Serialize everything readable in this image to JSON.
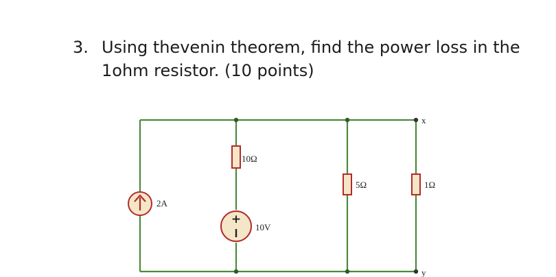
{
  "question": {
    "number": "3.",
    "line1": "Using thevenin theorem, find the power loss in the",
    "line2": "1ohm resistor. (10 points)"
  },
  "circuit": {
    "current_source_label": "2A",
    "resistor_10_label": "10Ω",
    "voltage_source_label": "10V",
    "voltage_plus": "+",
    "resistor_5_label": "5Ω",
    "resistor_1_label": "1Ω",
    "terminal_x_label": "x",
    "terminal_y_label": "y",
    "wire_color": "#4a8a3a",
    "component_outline_color": "#b32a2a",
    "source_fill_color": "#f5e6c8"
  }
}
